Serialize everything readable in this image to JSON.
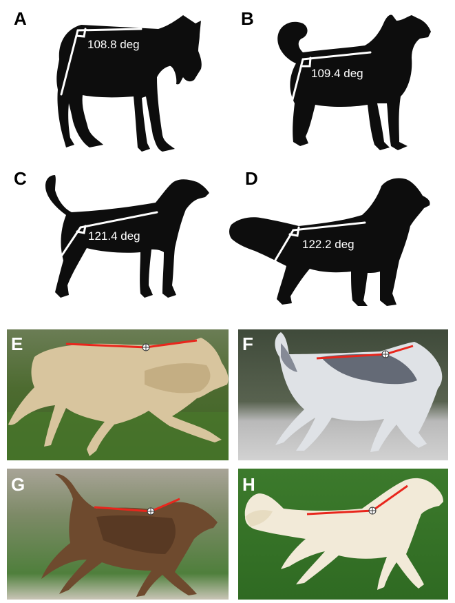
{
  "panels": {
    "a": {
      "letter": "A",
      "angle": "108.8 deg"
    },
    "b": {
      "letter": "B",
      "angle": "109.4 deg"
    },
    "c": {
      "letter": "C",
      "angle": "121.4 deg"
    },
    "d": {
      "letter": "D",
      "angle": "122.2 deg"
    },
    "e": {
      "letter": "E"
    },
    "f": {
      "letter": "F"
    },
    "g": {
      "letter": "G"
    },
    "h": {
      "letter": "H"
    }
  },
  "colors": {
    "silhouette": "#0d0d0d",
    "angle_lines": "#ffffff",
    "topline": "#e8261c",
    "marker": "#ffffff"
  }
}
